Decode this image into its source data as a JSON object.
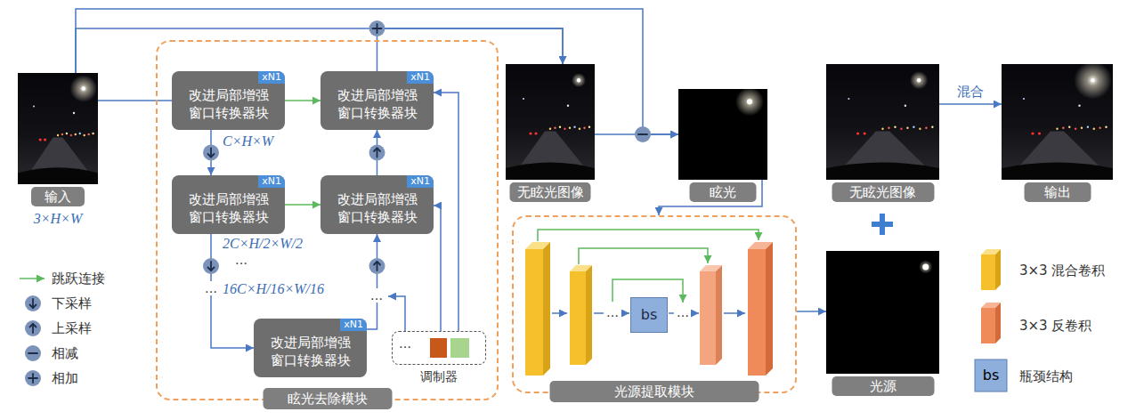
{
  "diagram": {
    "nodes": [
      {
        "text": [
          "输入",
          "3×H×W"
        ]
      },
      {
        "text": [
          "眩光去除模块"
        ]
      },
      {
        "text": [
          "改进局部增强窗口转换器块",
          "xN1"
        ],
        "in": 1
      },
      {
        "text": [
          "改进局部增强窗口转换器块",
          "xN1"
        ],
        "in": 1
      },
      {
        "text": [
          "改进局部增强窗口转换器块",
          "xN1"
        ],
        "in": 1
      },
      {
        "text": [
          "改进局部增强窗口转换器块",
          "xN1"
        ],
        "in": 1
      },
      {
        "text": [
          "改进局部增强窗口转换器块",
          "xN1"
        ],
        "in": 1
      },
      {
        "text": [
          "调制器"
        ],
        "in": 1
      },
      {
        "text": [
          "无眩光图像"
        ]
      },
      {
        "text": [
          "眩光"
        ]
      },
      {
        "text": [
          "无眩光图像"
        ]
      },
      {
        "text": [
          "输出"
        ]
      },
      {
        "text": [
          "光源提取模块"
        ]
      },
      {
        "text": [
          "bs"
        ],
        "in": 12
      },
      {
        "text": [
          "光源"
        ]
      }
    ],
    "edges": [
      {
        "from": 0,
        "to": 2,
        "arrow": "none"
      },
      {
        "from": 0,
        "to": 8,
        "arrow": "to"
      },
      {
        "from": 3,
        "to": 8,
        "arrow": "to"
      },
      {
        "from": 0,
        "to": 9,
        "arrow": "to"
      },
      {
        "from": 8,
        "to": 9,
        "arrow": "to"
      },
      {
        "from": 2,
        "to": 3,
        "arrow": "to"
      },
      {
        "from": 2,
        "to": 4,
        "arrow": "to"
      },
      {
        "from": 4,
        "to": 5,
        "arrow": "to"
      },
      {
        "from": 4,
        "to": 6,
        "arrow": "to"
      },
      {
        "from": 6,
        "to": 5,
        "arrow": "to"
      },
      {
        "from": 5,
        "to": 3,
        "arrow": "to"
      },
      {
        "from": 7,
        "to": 3,
        "arrow": "to"
      },
      {
        "from": 7,
        "to": 5,
        "arrow": "to"
      },
      {
        "from": 9,
        "to": 12,
        "arrow": "to"
      },
      {
        "from": 12,
        "to": 14,
        "arrow": "to"
      },
      {
        "from": 10,
        "to": 11,
        "arrow": "to",
        "label": "混合"
      }
    ],
    "labels": [
      "C×H×W",
      "2C×H/2×W/2",
      "…",
      "…",
      "16C×H/16×W/16",
      "…",
      "…",
      "…",
      "…",
      "bs"
    ],
    "legend": [
      {
        "text": "跳跃连接"
      },
      {
        "text": "下采样"
      },
      {
        "text": "上采样"
      },
      {
        "text": "相减"
      },
      {
        "text": "相加"
      },
      {
        "text": "3×3 混合卷积",
        "color": "#f6c02c"
      },
      {
        "text": "3×3 反卷积",
        "color": "#ef8a5b"
      },
      {
        "text": "瓶颈结构"
      }
    ]
  }
}
